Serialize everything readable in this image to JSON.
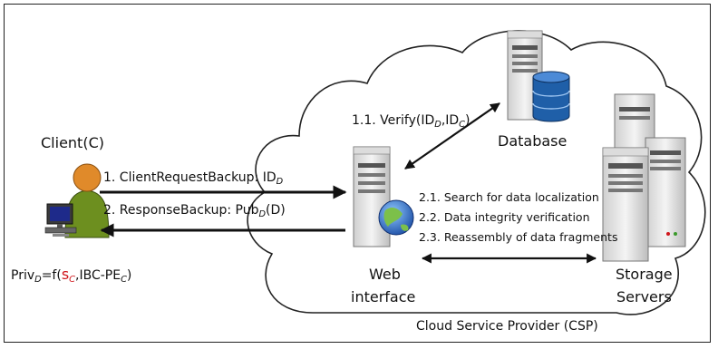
{
  "diagram": {
    "client_label": "Client(C)",
    "steps_client": {
      "step1_text": "1. ClientRequestBackup: ID",
      "step1_sub": "D",
      "step2_text": "2. ResponseBackup: Pub",
      "step2_sub": "D",
      "step2_tail": "(D)"
    },
    "priv_formula": {
      "lhs": "Priv",
      "lhs_sub": "D",
      "eq": "=f(",
      "s": "s",
      "s_sub": "C",
      "mid": ",IBC-PE",
      "mid_sub": "C",
      "close": ")"
    },
    "verify": {
      "text": "1.1. Verify(ID",
      "sub1": "D",
      "comma": ",ID",
      "sub2": "C",
      "close": ")"
    },
    "database_label": "Database",
    "web_interface_line1": "Web",
    "web_interface_line2": "interface",
    "operations": [
      "2.1. Search for data localization",
      "2.2. Data integrity verification",
      "2.3. Reassembly of data fragments"
    ],
    "storage_line1": "Storage",
    "storage_line2": "Servers",
    "csp_label": "Cloud Service Provider (CSP)"
  },
  "colors": {
    "server_light": "#ececec",
    "server_dark": "#5a5a5a",
    "db_blue": "#1f5fa8",
    "globe_blue": "#2f6fd0",
    "globe_green": "#7cc04a",
    "client_skin": "#e08a2a",
    "client_body": "#6d8f1f",
    "accent_red": "#d0161c"
  }
}
